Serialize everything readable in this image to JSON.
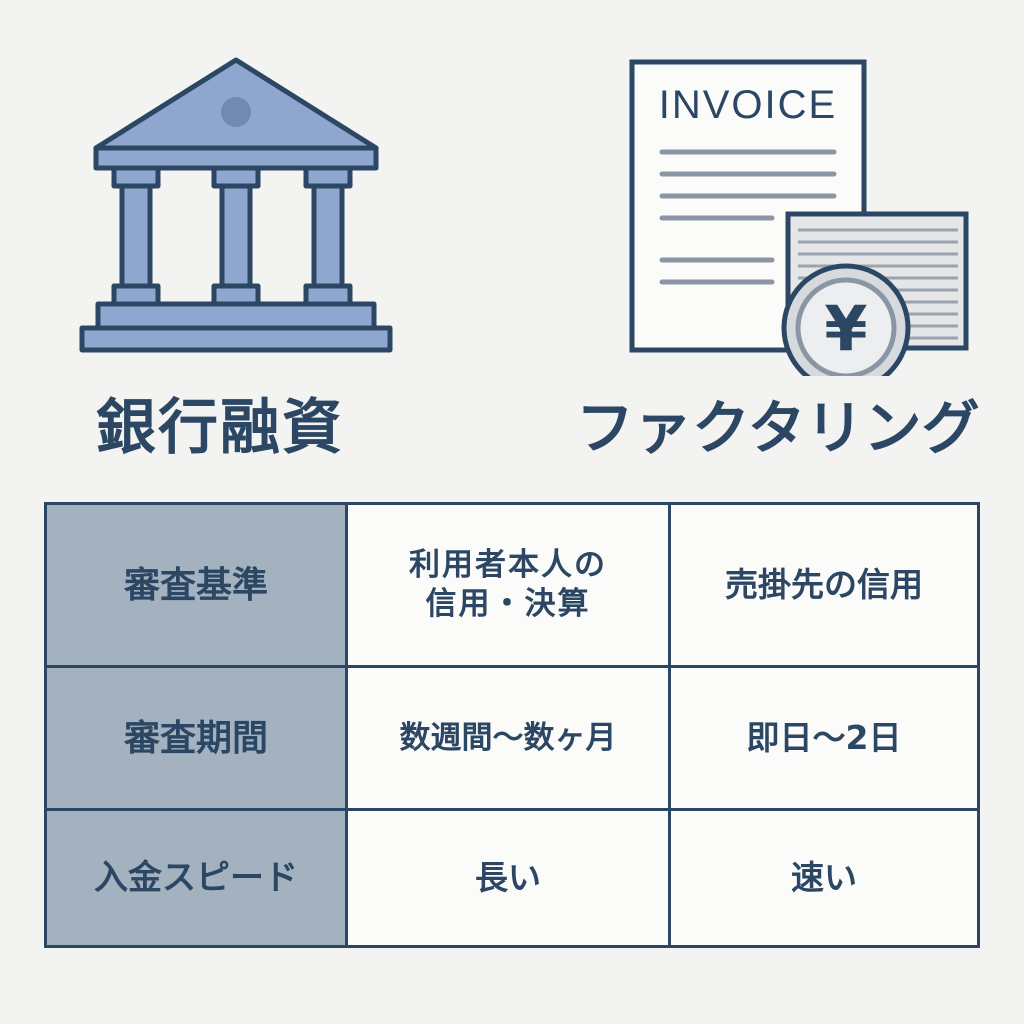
{
  "left": {
    "title": "銀行融資",
    "icon": "bank-building-icon"
  },
  "right": {
    "title": "ファクタリング",
    "icon": "invoice-document-icon",
    "invoice_label": "INVOICE",
    "coin_symbol": "¥"
  },
  "table": {
    "rows": [
      {
        "label": "審査基準",
        "bank": "利用者本人の\n信用・決算",
        "factoring": "売掛先の信用"
      },
      {
        "label": "審査期間",
        "bank": "数週間〜数ヶ月",
        "factoring": "即日〜2日"
      },
      {
        "label": "入金スピード",
        "bank": "長い",
        "factoring": "速い"
      }
    ]
  },
  "colors": {
    "primary": "#2c4763",
    "icon_fill": "#8fa7cf",
    "header_fill": "#a4b2c0",
    "background": "#f3f3f1"
  }
}
